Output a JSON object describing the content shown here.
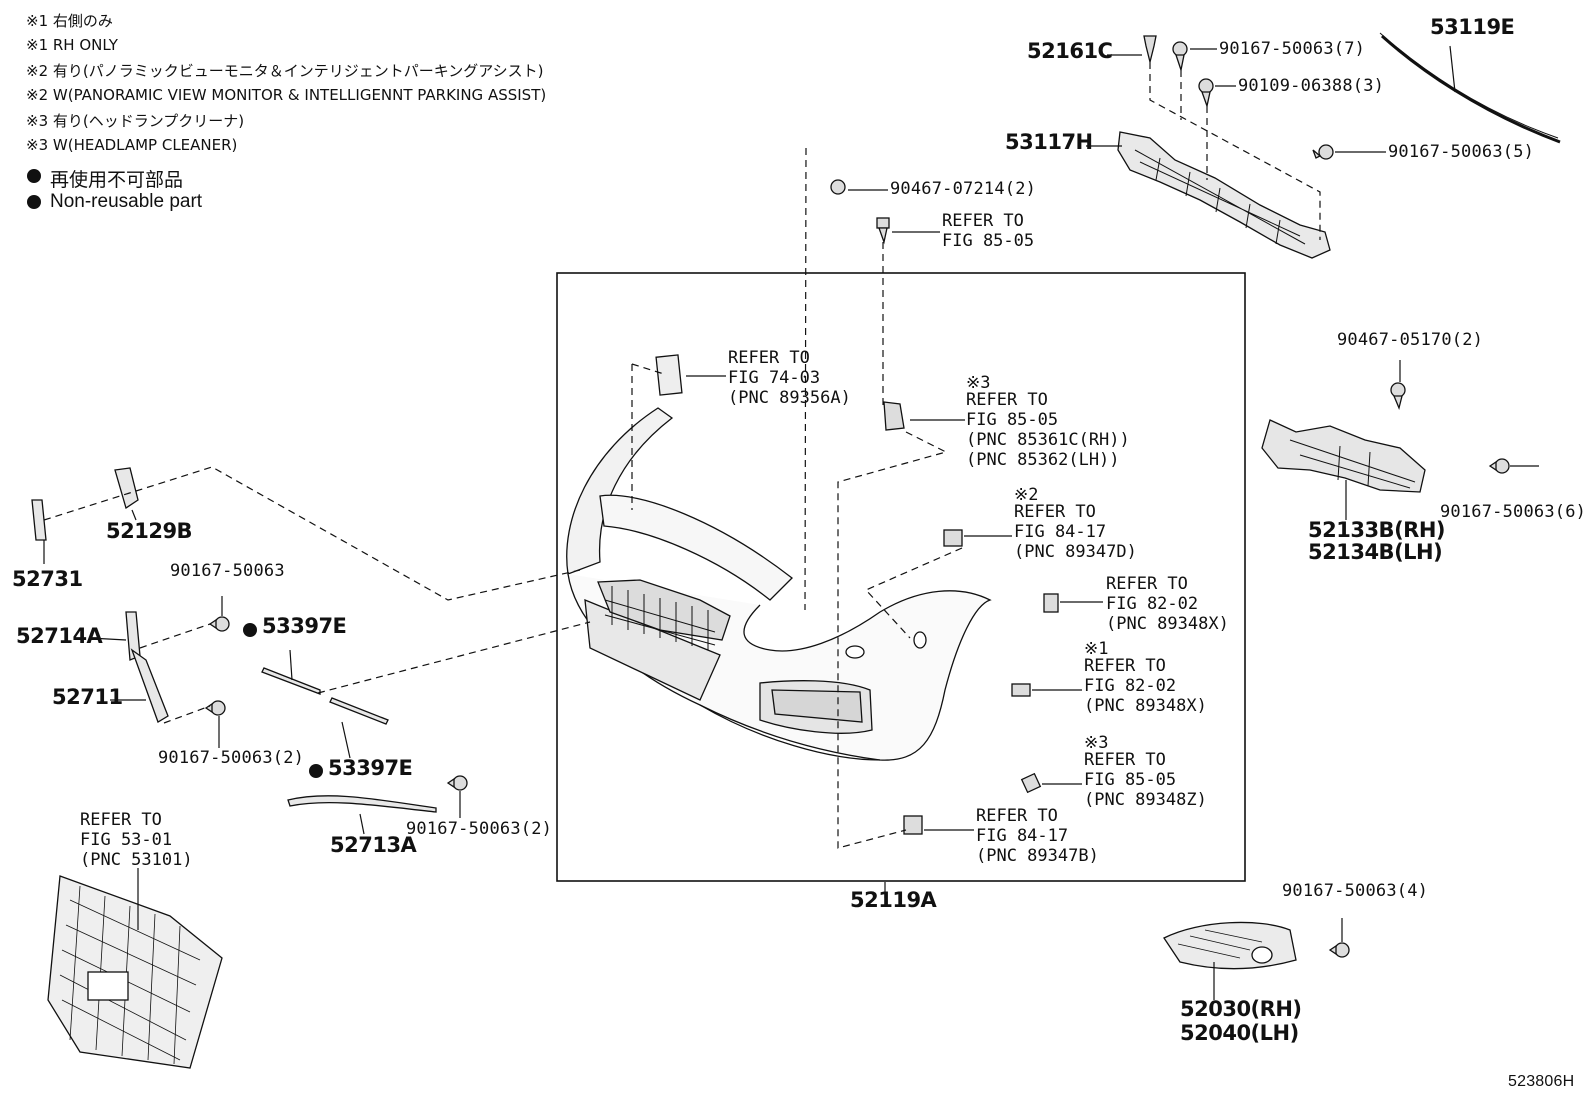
{
  "notes": {
    "n1_jp": "※1 右側のみ",
    "n1_en": "※1 RH ONLY",
    "n2_jp": "※2 有り(パノラミックビューモニタ＆インテリジェントパーキングアシスト)",
    "n2_en": "※2 W(PANORAMIC VIEW MONITOR & INTELLIGENNT PARKING ASSIST)",
    "n3_jp": "※3 有り(ヘッドランプクリーナ)",
    "n3_en": "※3 W(HEADLAMP CLEANER)",
    "legend_jp": "再使用不可部品",
    "legend_en": "Non-reusable part"
  },
  "parts": {
    "p52161C": "52161C",
    "p90167_7": "90167-50063(7)",
    "p53119E": "53119E",
    "p90109_3": "90109-06388(3)",
    "p53117H": "53117H",
    "p90167_5": "90167-50063(5)",
    "p90467_07214": "90467-07214(2)",
    "p90467_05170": "90467-05170(2)",
    "p52133B": "52133B(RH)",
    "p52134B": "52134B(LH)",
    "p90167_6": "90167-50063(6)",
    "p52731": "52731",
    "p52129B": "52129B",
    "p90167": "90167-50063",
    "p52714A": "52714A",
    "p53397E_a": "53397E",
    "p52711": "52711",
    "p90167_2a": "90167-50063(2)",
    "p53397E_b": "53397E",
    "p90167_2b": "90167-50063(2)",
    "p52713A": "52713A",
    "p52119A": "52119A",
    "p90167_4": "90167-50063(4)",
    "p52030": "52030(RH)",
    "p52040": "52040(LH)",
    "diagram_code": "523806H"
  },
  "refs": {
    "r1": {
      "l1": "REFER TO",
      "l2": "FIG 85-05"
    },
    "r2": {
      "l1": "REFER TO",
      "l2": "FIG 74-03",
      "l3": "(PNC 89356A)"
    },
    "r3": {
      "mark": "※3",
      "l1": "REFER TO",
      "l2": "FIG 85-05",
      "l3": "(PNC 85361C(RH))",
      "l4": "(PNC 85362(LH))"
    },
    "r4": {
      "mark": "※2",
      "l1": "REFER TO",
      "l2": "FIG 84-17",
      "l3": "(PNC 89347D)"
    },
    "r5": {
      "l1": "REFER TO",
      "l2": "FIG 82-02",
      "l3": "(PNC 89348X)"
    },
    "r6": {
      "mark": "※1",
      "l1": "REFER TO",
      "l2": "FIG 82-02",
      "l3": "(PNC 89348X)"
    },
    "r7": {
      "mark": "※3",
      "l1": "REFER TO",
      "l2": "FIG 85-05",
      "l3": "(PNC 89348Z)"
    },
    "r8": {
      "l1": "REFER TO",
      "l2": "FIG 84-17",
      "l3": "(PNC 89347B)"
    },
    "r9": {
      "l1": "REFER TO",
      "l2": "FIG 53-01",
      "l3": "(PNC 53101)"
    }
  }
}
